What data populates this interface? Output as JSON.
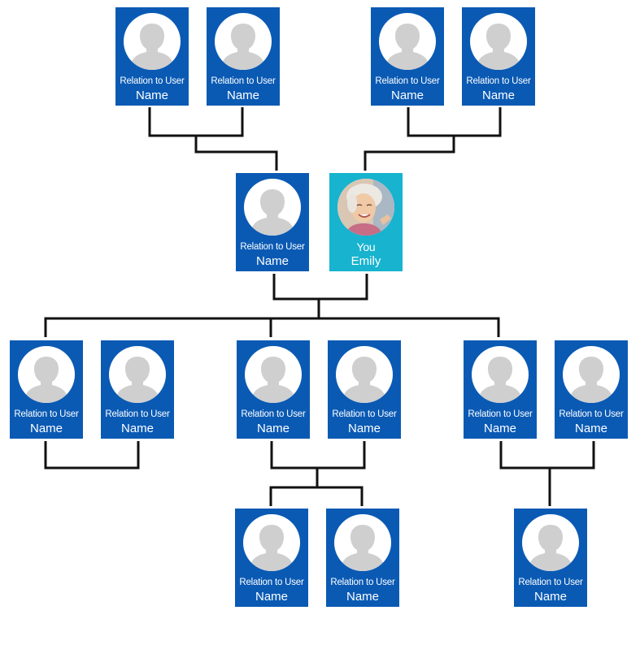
{
  "colors": {
    "card": "#0a5ab4",
    "you_card": "#17b3cf",
    "connector": "#111111",
    "avatar_placeholder": "#cfcfcf"
  },
  "cards": [
    {
      "id": "gp1",
      "relation": "Relation to User",
      "name": "Name",
      "avatar": "person-silhouette-icon"
    },
    {
      "id": "gp2",
      "relation": "Relation to User",
      "name": "Name",
      "avatar": "person-silhouette-icon"
    },
    {
      "id": "gp3",
      "relation": "Relation to User",
      "name": "Name",
      "avatar": "person-silhouette-icon"
    },
    {
      "id": "gp4",
      "relation": "Relation to User",
      "name": "Name",
      "avatar": "person-silhouette-icon"
    },
    {
      "id": "spouse",
      "relation": "Relation to User",
      "name": "Name",
      "avatar": "person-silhouette-icon"
    },
    {
      "id": "you",
      "relation": "You",
      "name": "Emily",
      "avatar": "user-photo"
    },
    {
      "id": "c1",
      "relation": "Relation to User",
      "name": "Name",
      "avatar": "person-silhouette-icon"
    },
    {
      "id": "c1s",
      "relation": "Relation to User",
      "name": "Name",
      "avatar": "person-silhouette-icon"
    },
    {
      "id": "c2",
      "relation": "Relation to User",
      "name": "Name",
      "avatar": "person-silhouette-icon"
    },
    {
      "id": "c2s",
      "relation": "Relation to User",
      "name": "Name",
      "avatar": "person-silhouette-icon"
    },
    {
      "id": "c3",
      "relation": "Relation to User",
      "name": "Name",
      "avatar": "person-silhouette-icon"
    },
    {
      "id": "c3s",
      "relation": "Relation to User",
      "name": "Name",
      "avatar": "person-silhouette-icon"
    },
    {
      "id": "gc1",
      "relation": "Relation to User",
      "name": "Name",
      "avatar": "person-silhouette-icon"
    },
    {
      "id": "gc2",
      "relation": "Relation to User",
      "name": "Name",
      "avatar": "person-silhouette-icon"
    },
    {
      "id": "gc3",
      "relation": "Relation to User",
      "name": "Name",
      "avatar": "person-silhouette-icon"
    }
  ]
}
